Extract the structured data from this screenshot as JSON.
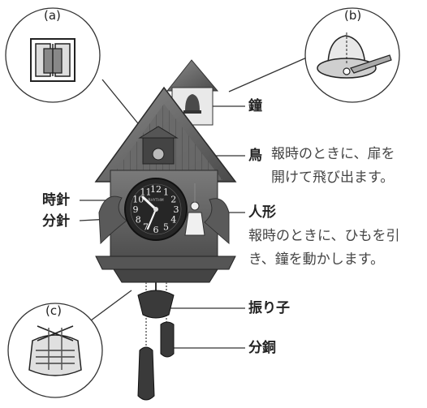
{
  "insets": {
    "a": "(a)",
    "b": "(b)",
    "c": "(c)"
  },
  "labels": {
    "bell": "鐘",
    "bird": "鳥",
    "bird_desc_line1": "報時のときに、扉を",
    "bird_desc_line2": "開けて飛び出ます。",
    "hour_hand": "時針",
    "minute_hand": "分針",
    "doll": "人形",
    "doll_desc_line1": "報時のときに、ひもを引",
    "doll_desc_line2": "き、鐘を動かします。",
    "pendulum": "振り子",
    "weight": "分銅"
  },
  "clock_face": {
    "numerals": [
      "12",
      "1",
      "2",
      "3",
      "4",
      "5",
      "6",
      "7",
      "8",
      "9",
      "10",
      "11"
    ],
    "brand": "RHYTHM"
  },
  "colors": {
    "wood_dark": "#3c3c3c",
    "wood_mid": "#6e6e6e",
    "wood_light": "#9a9a9a",
    "dial": "#2b2b2b",
    "leader": "#333333"
  }
}
